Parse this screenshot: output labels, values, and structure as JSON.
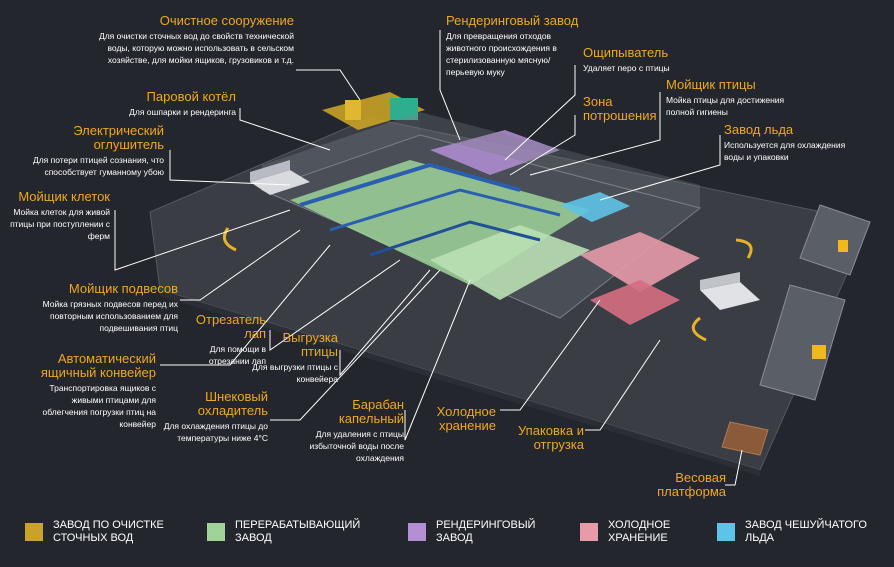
{
  "colors": {
    "accent": "#f0a81c",
    "wastewater": "#c9a227",
    "processing": "#9fd39a",
    "rendering": "#b48fd6",
    "cold": "#e79aa8",
    "ice": "#5ec3e8"
  },
  "callouts": [
    {
      "key": "wastewater",
      "title": "Очистное сооружение",
      "desc": "Для очистки сточных вод до свойств технической воды, которую можно использовать в сельском хозяйстве, для мойки ящиков, грузовиков и т.д."
    },
    {
      "key": "rendering",
      "title": "Рендеринговый завод",
      "desc": "Для превращения отходов животного происхождения в стерилизованную мясную/перьевую муку"
    },
    {
      "key": "plucker",
      "title": "Ощипыватель",
      "desc": "Удаляет перо с птицы"
    },
    {
      "key": "gutting",
      "title": "Зона потрошения",
      "desc": ""
    },
    {
      "key": "birdwasher",
      "title": "Мойщик птицы",
      "desc": "Мойка птицы для достижения полной гигиены"
    },
    {
      "key": "icemaker",
      "title": "Завод льда",
      "desc": "Используется для охлаждения воды и упаковки"
    },
    {
      "key": "boiler",
      "title": "Паровой котёл",
      "desc": "Для ошпарки и рендеринга"
    },
    {
      "key": "stunner",
      "title": "Электрический оглушитель",
      "desc": "Для потери птицей сознания, что способствует гуманному убою"
    },
    {
      "key": "cagewasher",
      "title": "Мойщик клеток",
      "desc": "Мойка клеток для живой птицы при поступлении с ферм"
    },
    {
      "key": "shacklewasher",
      "title": "Мойщик подвесов",
      "desc": "Мойка грязных подвесов перед их повторным использованием для подвешивания птиц"
    },
    {
      "key": "crateconveyor",
      "title": "Автоматический ящичный конвейер",
      "desc": "Транспортировка ящиков с живыми птицами для облегчения погрузки птиц на конвейер"
    },
    {
      "key": "legcutter",
      "title": "Отрезатель лап",
      "desc": "Для помощи в отрезании лап"
    },
    {
      "key": "unloader",
      "title": "Выгрузка птицы",
      "desc": "Для выгрузки птицы с конвейера"
    },
    {
      "key": "screwchiller",
      "title": "Шнековый охладитель",
      "desc": "Для охлаждения птицы до температуры ниже 4°С"
    },
    {
      "key": "drum",
      "title": "Барабан капельный",
      "desc": "Для удаления с птицы избыточной воды после охлаждения"
    },
    {
      "key": "coldstore",
      "title": "Холодное хранение",
      "desc": ""
    },
    {
      "key": "packing",
      "title": "Упаковка и отгрузка",
      "desc": ""
    },
    {
      "key": "scale",
      "title": "Весовая платформа",
      "desc": ""
    }
  ],
  "legend": [
    {
      "label": "Завод по очистке сточных вод",
      "color": "#c9a227"
    },
    {
      "label": "Перерабатывающий завод",
      "color": "#9fd39a"
    },
    {
      "label": "Рендеринговый завод",
      "color": "#b48fd6"
    },
    {
      "label": "Холодное хранение",
      "color": "#e79aa8"
    },
    {
      "label": "Завод чешуйчатого льда",
      "color": "#5ec3e8"
    }
  ]
}
